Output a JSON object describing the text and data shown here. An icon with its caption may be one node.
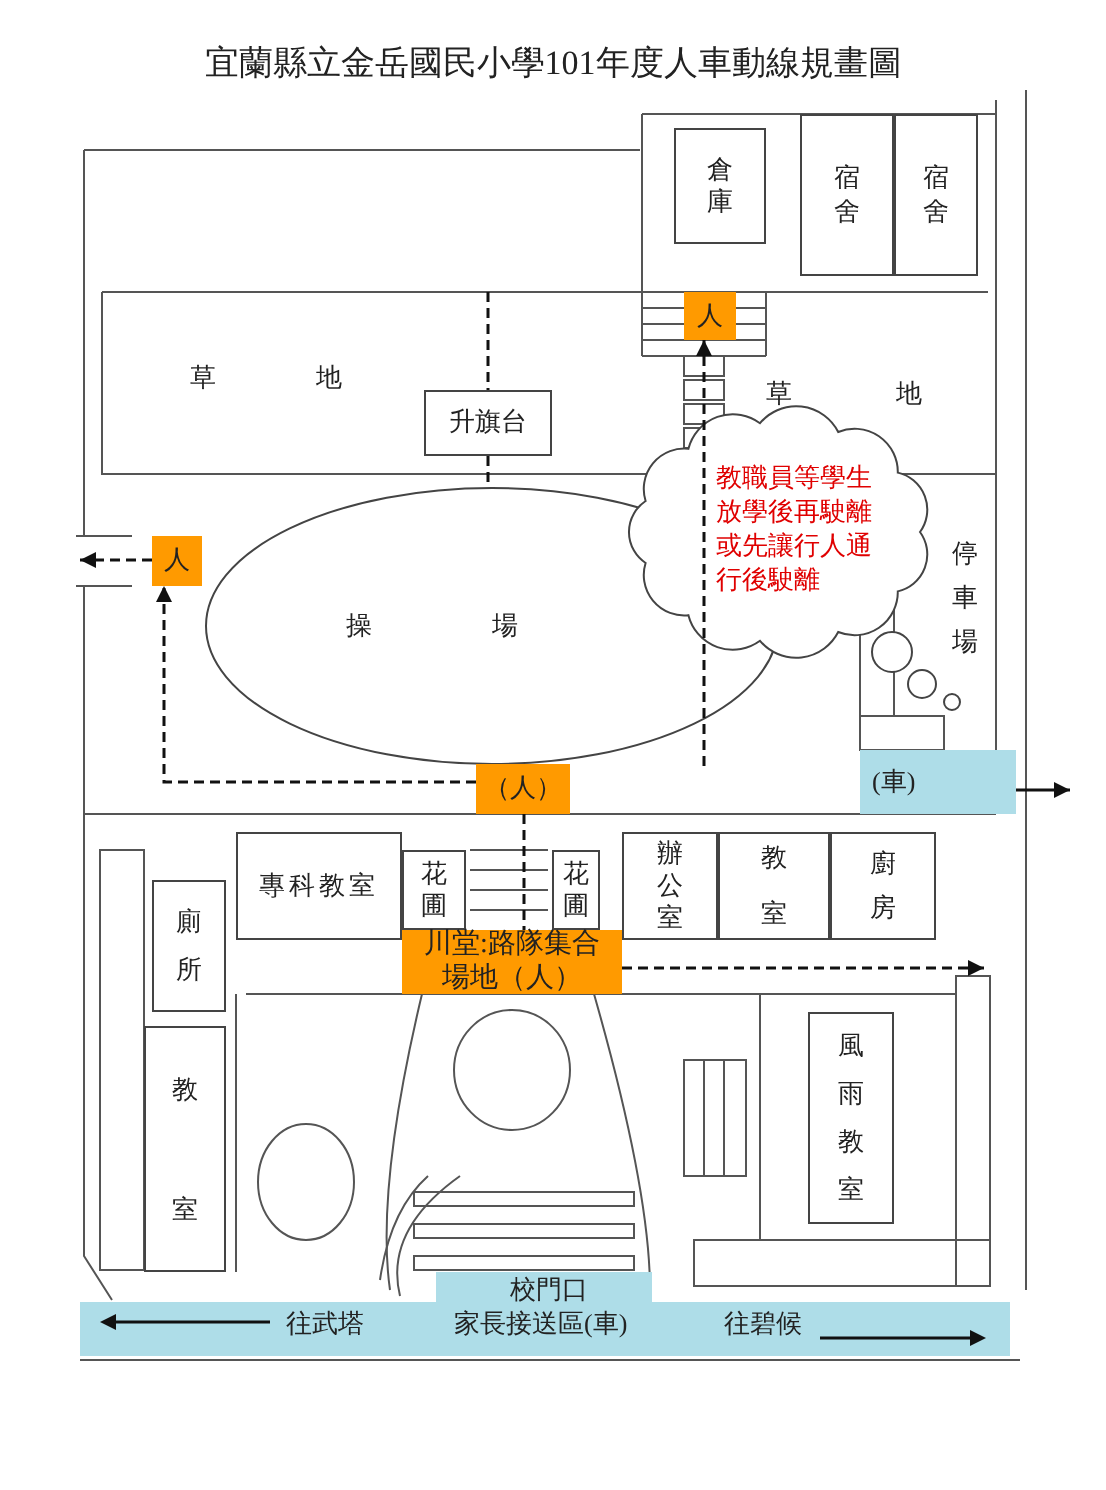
{
  "diagram": {
    "title": "宜蘭縣立金岳國民小學101年度人車動線規畫圖",
    "nodes": [
      {
        "text": [
          "倉庫"
        ]
      },
      {
        "text": [
          "宿舍"
        ]
      },
      {
        "text": [
          "宿舍"
        ]
      },
      {
        "text": [
          "人"
        ]
      },
      {
        "text": [
          "升旗台"
        ]
      },
      {
        "text": [
          "操場"
        ]
      },
      {
        "text": [
          "教職員等學生放學後再駛離或先讓行人通行後駛離"
        ]
      },
      {
        "text": [
          "人"
        ]
      },
      {
        "text": [
          "（人）"
        ]
      },
      {
        "text": [
          "(車)"
        ]
      },
      {
        "text": [
          "專科教室"
        ]
      },
      {
        "text": [
          "花圃"
        ]
      },
      {
        "text": [
          "花圃"
        ]
      },
      {
        "text": [
          "辦公室"
        ]
      },
      {
        "text": [
          "教室"
        ]
      },
      {
        "text": [
          "廚房"
        ]
      },
      {
        "text": [
          "川堂:路隊集合場地（人）"
        ]
      },
      {
        "text": [
          "廁所"
        ]
      },
      {
        "text": [
          "教室"
        ]
      },
      {
        "text": [
          "風雨教室"
        ]
      },
      {
        "text": [
          "往武塔",
          "校門口",
          "家長接送區(車)",
          "往碧候"
        ]
      }
    ],
    "edges": [
      {
        "from": null,
        "to": 3,
        "arrow": "to",
        "style": "dashed"
      },
      {
        "from": 8,
        "to": 7,
        "arrow": "to",
        "style": "dashed"
      },
      {
        "from": 7,
        "to": null,
        "arrow": "to",
        "style": "dashed"
      },
      {
        "from": 8,
        "to": 16,
        "arrow": "none",
        "style": "dashed"
      },
      {
        "from": 9,
        "to": null,
        "arrow": "to"
      },
      {
        "from": 16,
        "to": null,
        "arrow": "to",
        "style": "dashed"
      },
      {
        "from": null,
        "to": 4,
        "arrow": "none",
        "style": "dashed"
      },
      {
        "from": 4,
        "to": 5,
        "arrow": "none",
        "style": "dashed"
      }
    ],
    "labels": [
      "草地",
      "草地",
      "停車場"
    ]
  }
}
